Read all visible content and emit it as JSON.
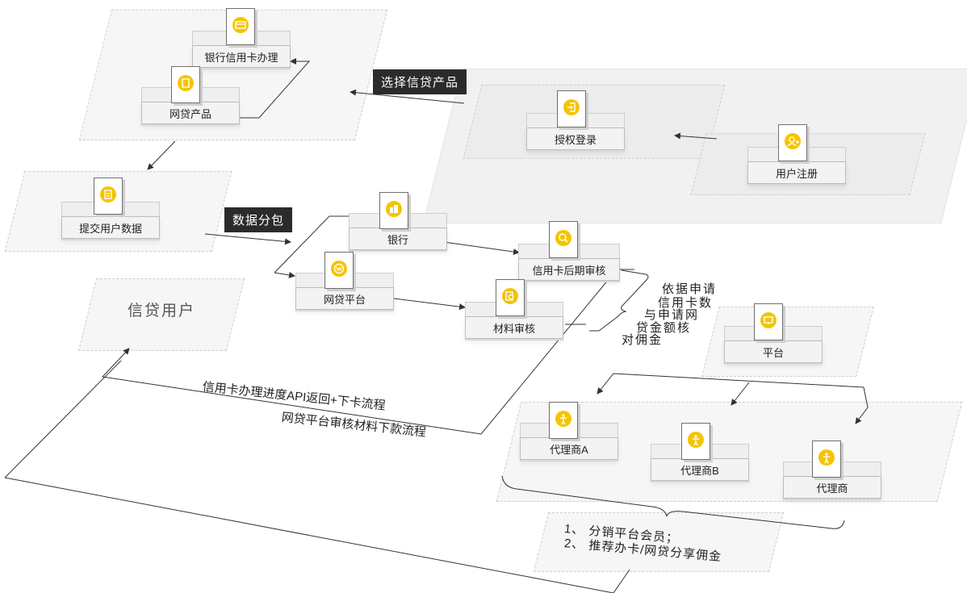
{
  "nodes": {
    "bank_card_apply": "银行信用卡办理",
    "online_loan_product": "网贷产品",
    "authorize_login": "授权登录",
    "user_register": "用户注册",
    "submit_user_data": "提交用户数据",
    "bank": "银行",
    "online_loan_platform": "网贷平台",
    "card_post_review": "信用卡后期审核",
    "material_review": "材料审核",
    "platform": "平台",
    "agent_a": "代理商A",
    "agent_b": "代理商B",
    "agent": "代理商"
  },
  "tags": {
    "select_credit_product": "选择信贷产品",
    "data_split": "数据分包"
  },
  "labels": {
    "credit_user": "信贷用户",
    "commission_basis": [
      "依据申请",
      "信用卡数",
      "与申请网",
      "贷金额核",
      "对佣金"
    ],
    "flow_line_1": "信用卡办理进度API返回+下卡流程",
    "flow_line_2": "网贷平台审核材料下款流程",
    "agent_notes": [
      "1、 分销平台会员；",
      "2、 推荐办卡/网贷分享佣金"
    ]
  },
  "icons": {
    "bank_card_apply": "credit-card-icon",
    "online_loan_product": "document-icon",
    "authorize_login": "login-icon",
    "user_register": "add-user-icon",
    "submit_user_data": "form-icon",
    "bank": "building-icon",
    "online_loan_platform": "web-icon",
    "card_post_review": "review-icon",
    "material_review": "search-doc-icon",
    "platform": "monitor-icon",
    "agent_a": "person-icon",
    "agent_b": "person-icon",
    "agent": "person-icon"
  },
  "colors": {
    "accent": "#f5c400",
    "line": "#333333",
    "tag_bg": "#2b2b2b"
  }
}
